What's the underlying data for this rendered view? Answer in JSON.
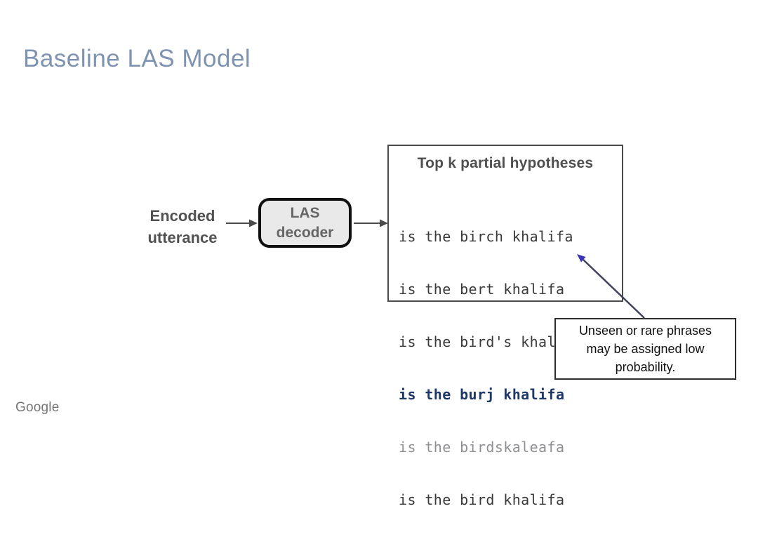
{
  "slide": {
    "title": "Baseline LAS Model",
    "footer_logo": "Google"
  },
  "diagram": {
    "input_label": {
      "line1": "Encoded",
      "line2": "utterance"
    },
    "decoder_box": {
      "line1": "LAS",
      "line2": "decoder"
    },
    "hypotheses": {
      "heading": "Top k partial hypotheses",
      "items": [
        {
          "text": "is the birch khalifa",
          "style": "normal"
        },
        {
          "text": "is the bert khalifa",
          "style": "normal"
        },
        {
          "text": "is the bird's khalifa",
          "style": "normal"
        },
        {
          "text": "is the burj khalifa",
          "style": "highlight"
        },
        {
          "text": "is the birdskaleafa",
          "style": "faded"
        },
        {
          "text": "is the bird khalifa",
          "style": "normal"
        }
      ]
    },
    "callout": {
      "line1": "Unseen or rare phrases",
      "line2": "may be assigned low",
      "line3": "probability."
    }
  },
  "colors": {
    "title": "#7e93b0",
    "diagram_text": "#525252",
    "decoder_fill": "#e9e9e9",
    "decoder_border": "#101010",
    "highlight_text": "#1e3766",
    "faded_text": "#8f9093",
    "arrow": "#4a4a4a",
    "callout_arrow_line": "#41425f",
    "callout_arrow_head": "#3a34b8"
  }
}
